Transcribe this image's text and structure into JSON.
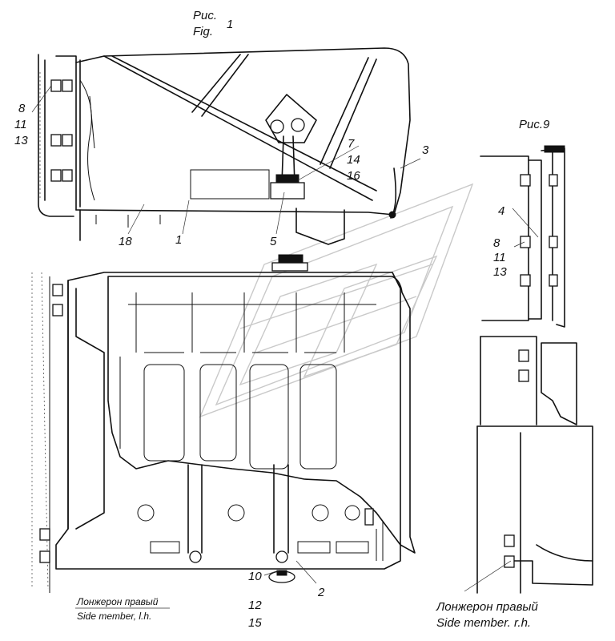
{
  "figure_caption": {
    "line1": "Рис.",
    "line2": "Fig.",
    "number": "1"
  },
  "inset_caption": "Рис.9",
  "callouts": {
    "c8": "8",
    "c11": "11",
    "c13": "13",
    "c7": "7",
    "c14": "14",
    "c16": "16",
    "c3": "3",
    "c18": "18",
    "c1": "1",
    "c5": "5",
    "c4": "4",
    "c8b": "8",
    "c11b": "11",
    "c13b": "13",
    "c10": "10",
    "c12": "12",
    "c15": "15",
    "c2": "2"
  },
  "notes": {
    "left_ru": "Лонжерон правый",
    "left_en": "Side member, l.h.",
    "right_ru": "Лонжерон правый",
    "right_en": "Side member. r.h."
  }
}
